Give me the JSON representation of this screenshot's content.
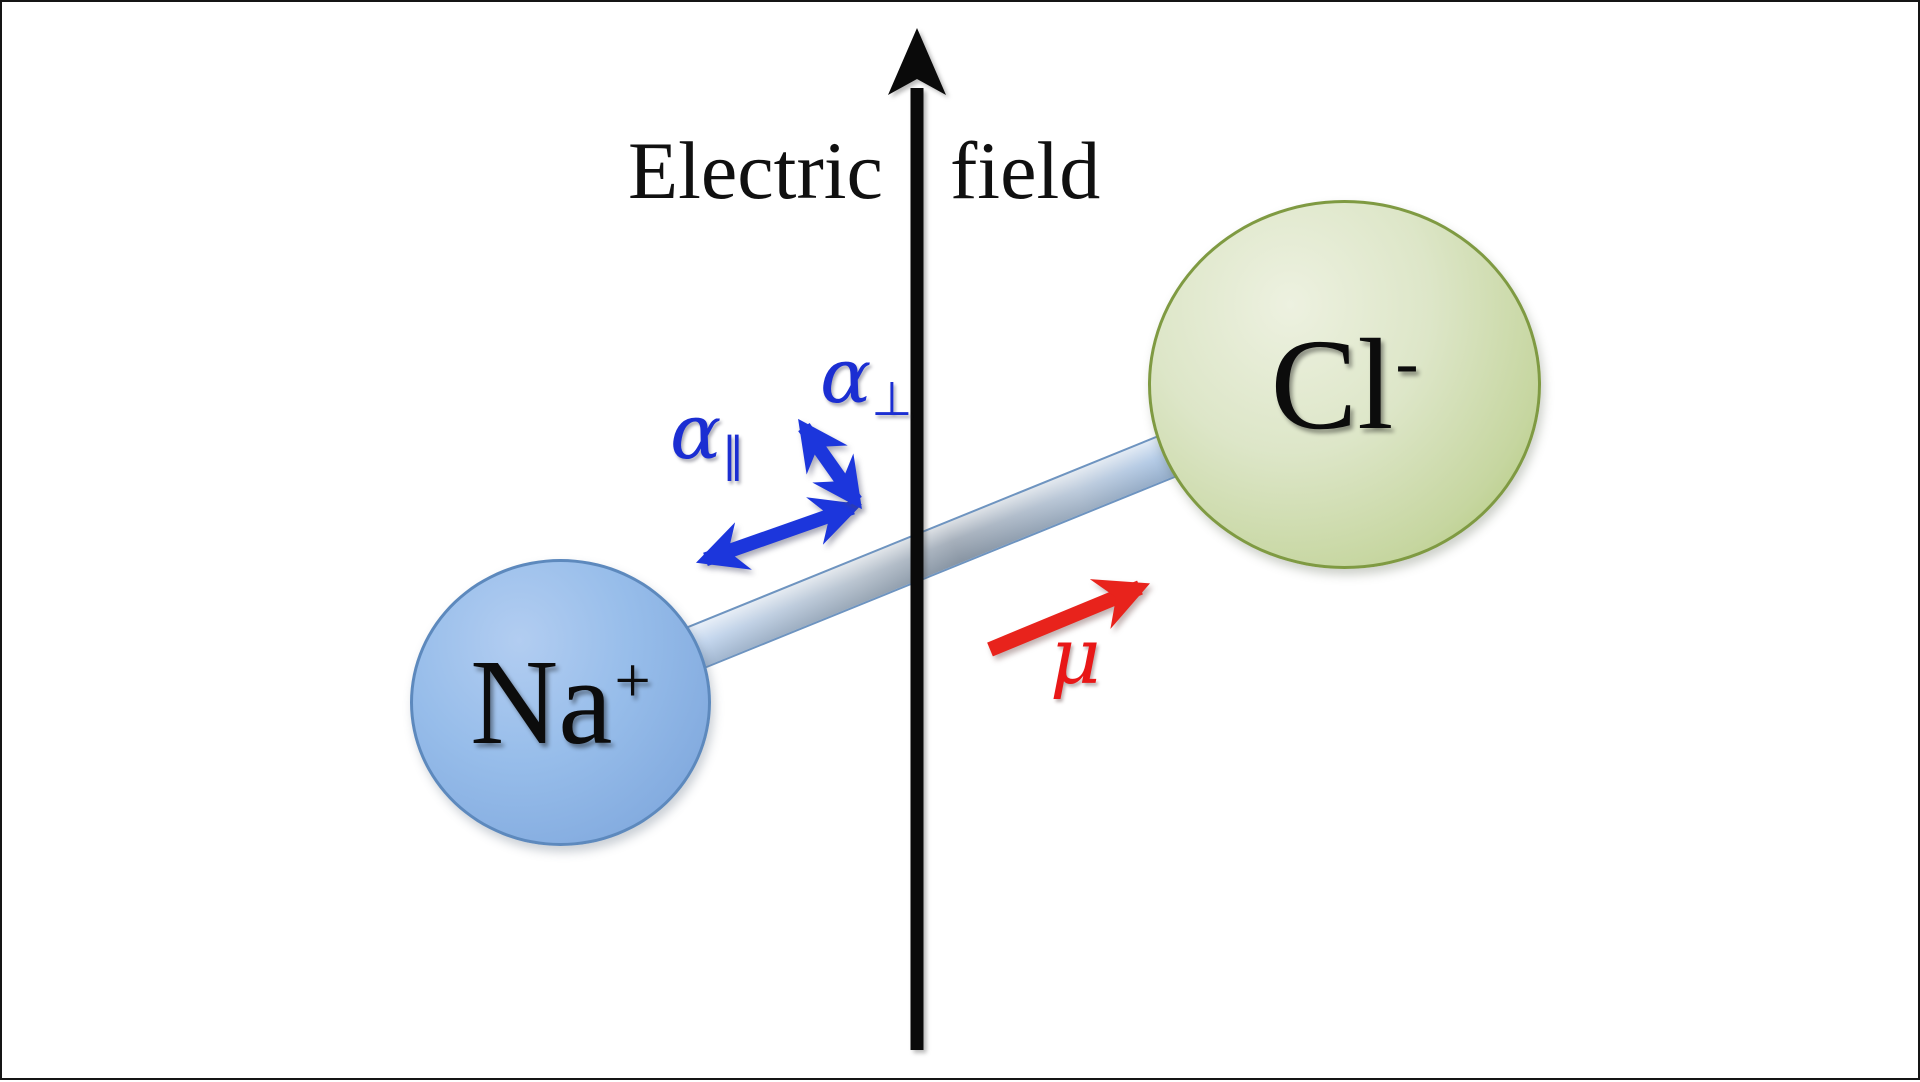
{
  "figure": {
    "field_label_left": "Electric",
    "field_label_right": "field",
    "na": {
      "symbol": "Na",
      "charge": "+"
    },
    "cl": {
      "symbol": "Cl",
      "charge": "-"
    },
    "alpha_parallel": {
      "symbol": "α",
      "subscript": "∥"
    },
    "alpha_perpendicular": {
      "symbol": "α",
      "subscript": "⊥"
    },
    "dipole_label": "μ",
    "colors": {
      "field_arrow": "#0a0a0a",
      "arrow_blue": "#1c36dc",
      "label_blue": "#1b2ed2",
      "arrow_red": "#e8231c",
      "label_red": "#e81717",
      "na_fill": "#8ab4e8",
      "na_border": "#5d89bd",
      "cl_fill": "#dde6c8",
      "cl_border": "#7f9a42",
      "bond_fill": "#a6c5eb"
    }
  }
}
